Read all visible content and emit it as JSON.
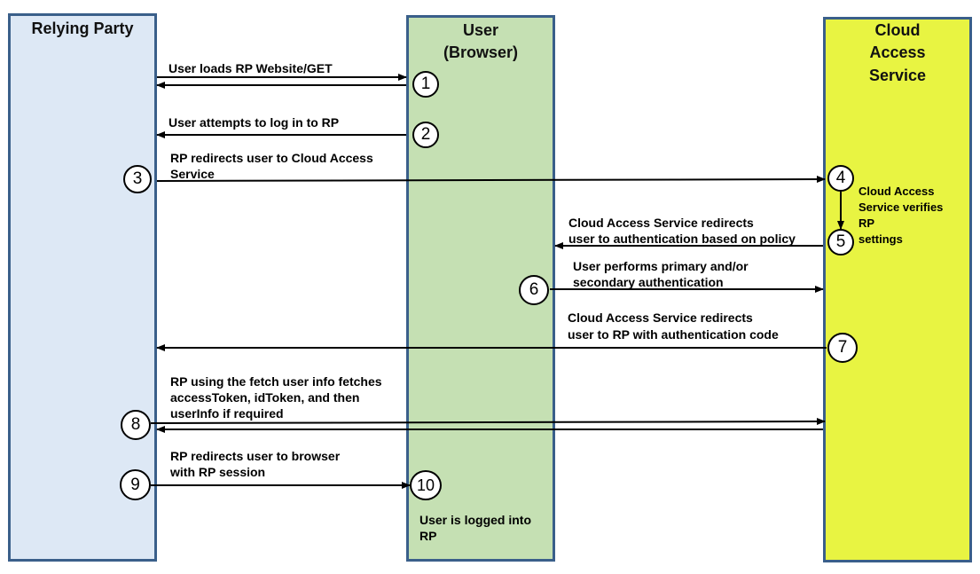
{
  "lanes": {
    "relying_party": {
      "title": "Relying Party",
      "fill": "#dde8f5"
    },
    "user": {
      "title_line1": "User",
      "title_line2": "(Browser)",
      "fill": "#c5e0b3"
    },
    "cloud": {
      "title_line1": "Cloud",
      "title_line2": "Access",
      "title_line3": "Service",
      "fill": "#e8f442"
    }
  },
  "border_color": "#3a5f8a",
  "messages": {
    "m1": "User loads RP Website/GET",
    "m2": "User attempts to log in to RP",
    "m3_line1": "RP redirects user to Cloud Access",
    "m3_line2": "Service",
    "m45_line1": "Cloud Access",
    "m45_line2": "Service verifies",
    "m45_line3": "RP",
    "m45_line4": "settings",
    "m5_line1": "Cloud Access Service redirects",
    "m5_line2": "user to authentication based on policy",
    "m6_line1": "User performs primary and/or",
    "m6_line2": "secondary authentication",
    "m7_line1": "Cloud Access Service redirects",
    "m7_line2": "user to RP with authentication code",
    "m8_line1": "RP using the fetch user info fetches",
    "m8_line2": "accessToken, idToken, and then",
    "m8_line3": "userInfo if required",
    "m9_line1": "RP redirects user to browser",
    "m9_line2": "with RP session",
    "m10_line1": "User is logged into",
    "m10_line2": "RP"
  },
  "steps": [
    "1",
    "2",
    "3",
    "4",
    "5",
    "6",
    "7",
    "8",
    "9",
    "10"
  ]
}
